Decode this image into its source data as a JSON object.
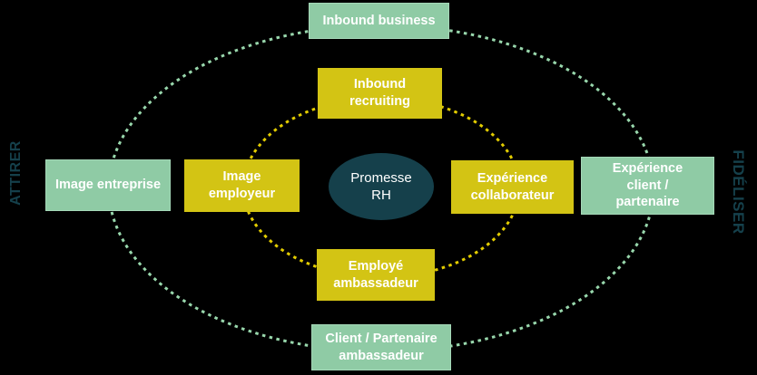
{
  "colors": {
    "background": "#000000",
    "green": "#8FCBA5",
    "green_border": "#A5D8B8",
    "green_dots": "#98D7AC",
    "yellow": "#D3C414",
    "yellow_dots": "#E2CC00",
    "teal": "#15404B",
    "text": "#FFFFFF"
  },
  "side_labels": {
    "left": "ATTIRER",
    "right": "FIDÉLISER"
  },
  "center": {
    "label": "Promesse RH",
    "lines": [
      "Promesse",
      "RH"
    ]
  },
  "boxes": [
    {
      "id": "inbound-business",
      "label": "Inbound business",
      "color": "green",
      "lines": [
        "Inbound business"
      ]
    },
    {
      "id": "inbound-recruiting",
      "label": "Inbound recruiting",
      "color": "yellow",
      "lines": [
        "Inbound",
        "recruiting"
      ]
    },
    {
      "id": "image-entreprise",
      "label": "Image entreprise",
      "color": "green",
      "lines": [
        "Image entreprise"
      ]
    },
    {
      "id": "image-employeur",
      "label": "Image employeur",
      "color": "yellow",
      "lines": [
        "Image",
        "employeur"
      ]
    },
    {
      "id": "experience-collaborateur",
      "label": "Expérience collaborateur",
      "color": "yellow",
      "lines": [
        "Expérience",
        "collaborateur"
      ]
    },
    {
      "id": "experience-client-partenaire",
      "label": "Expérience client / partenaire",
      "color": "green",
      "lines": [
        "Expérience",
        "client /",
        "partenaire"
      ]
    },
    {
      "id": "employe-ambassadeur",
      "label": "Employé ambassadeur",
      "color": "yellow",
      "lines": [
        "Employé",
        "ambassadeur"
      ]
    },
    {
      "id": "client-partenaire-ambassadeur",
      "label": "Client / Partenaire ambassadeur",
      "color": "green",
      "lines": [
        "Client / Partenaire",
        "ambassadeur"
      ]
    }
  ]
}
